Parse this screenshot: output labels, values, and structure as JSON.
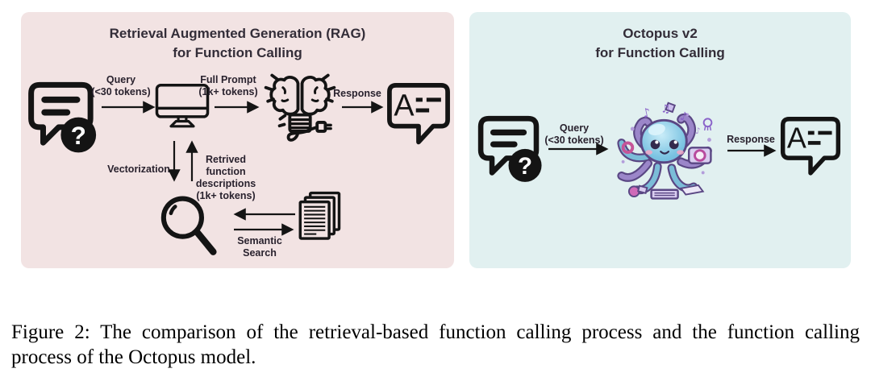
{
  "colors": {
    "rag_bg": "#f2e3e3",
    "octopus_bg": "#e1f0f0",
    "ink": "#141414"
  },
  "panels": {
    "rag": {
      "title": [
        "Retrieval Augmented Generation (RAG)",
        "for Function Calling"
      ],
      "labels": {
        "query": [
          "Query",
          "(<30 tokens)"
        ],
        "full_prompt": [
          "Full Prompt",
          "(1k+ tokens)"
        ],
        "response": "Response",
        "vectorization": "Vectorization",
        "retrieved": [
          "Retrived",
          "function",
          "descriptions",
          "(1k+ tokens)"
        ],
        "semantic": [
          "Semantic",
          "Search"
        ]
      }
    },
    "octopus": {
      "title": [
        "Octopus v2",
        "for Function Calling"
      ],
      "labels": {
        "query": [
          "Query",
          "(<30 tokens)"
        ],
        "response": "Response"
      }
    }
  },
  "icons": {
    "question_mark": "?",
    "letter_a": "A",
    "notes": [
      "♪",
      "♫",
      "♪",
      "♪"
    ]
  },
  "caption": {
    "line1": "Figure 2: The comparison of the retrieval-based function calling process and the function calling",
    "line2": "process of the Octopus model."
  }
}
